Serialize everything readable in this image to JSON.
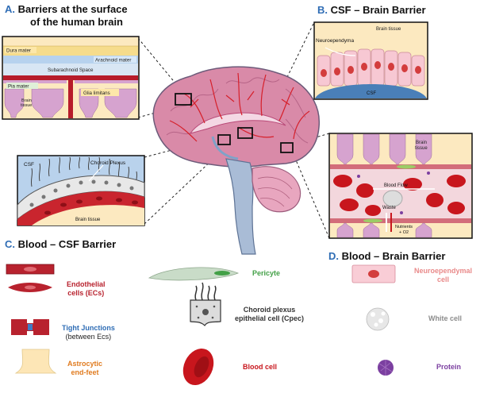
{
  "sections": {
    "a": {
      "letter": "A.",
      "title_line1": "Barriers at the surface",
      "title_line2": "of the human brain"
    },
    "b": {
      "letter": "B.",
      "title": "CSF – Brain Barrier"
    },
    "c": {
      "letter": "C.",
      "title": "Blood – CSF Barrier"
    },
    "d": {
      "letter": "D.",
      "title": "Blood – Brain  Barrier"
    }
  },
  "panel_a": {
    "dura": "Dura mater",
    "arachnoid": "Arachnoid mater",
    "subarachnoid": "Subarachnoid Space",
    "pia": "Pia mater",
    "brain_tissue_1": "Brain",
    "brain_tissue_2": "tissue",
    "glia": "Glia limitans"
  },
  "panel_b": {
    "brain_tissue": "Brain tissue",
    "neuroependyma": "Neuroependyma",
    "csf": "CSF"
  },
  "panel_choroid": {
    "csf": "CSF",
    "choroid": "Choroid Plexus",
    "brain_tissue": "Brain tissue"
  },
  "panel_d": {
    "brain_tissue_1": "Brain",
    "brain_tissue_2": "tissue",
    "blood_flow": "Blood Flow",
    "waste": "Waste",
    "nutrients": "Nutrients",
    "o2": "+ O2"
  },
  "legend": {
    "endothelial_1": "Endothelial",
    "endothelial_2": "cells (ECs)",
    "tight_1": "Tight Junctions",
    "tight_2": "(between Ecs)",
    "astro_1": "Astrocytic",
    "astro_2": "end-feet",
    "pericyte": "Pericyte",
    "choroid_1": "Choroid plexus",
    "choroid_2": "epithelial cell (Cpec)",
    "blood_cell": "Blood cell",
    "neuro_1": "Neuroependymal",
    "neuro_2": "cell",
    "white_cell": "White cell",
    "protein": "Protein"
  },
  "colors": {
    "accent_letter": "#2f6db5",
    "endothelial": "#b8222e",
    "tight": "#2f6db5",
    "astro": "#e07b1f",
    "pericyte": "#43a047",
    "choroid": "#333333",
    "blood": "#c8161d",
    "neuro": "#e98a8a",
    "white_cell": "#8c8c8c",
    "protein": "#7b3fa0"
  }
}
